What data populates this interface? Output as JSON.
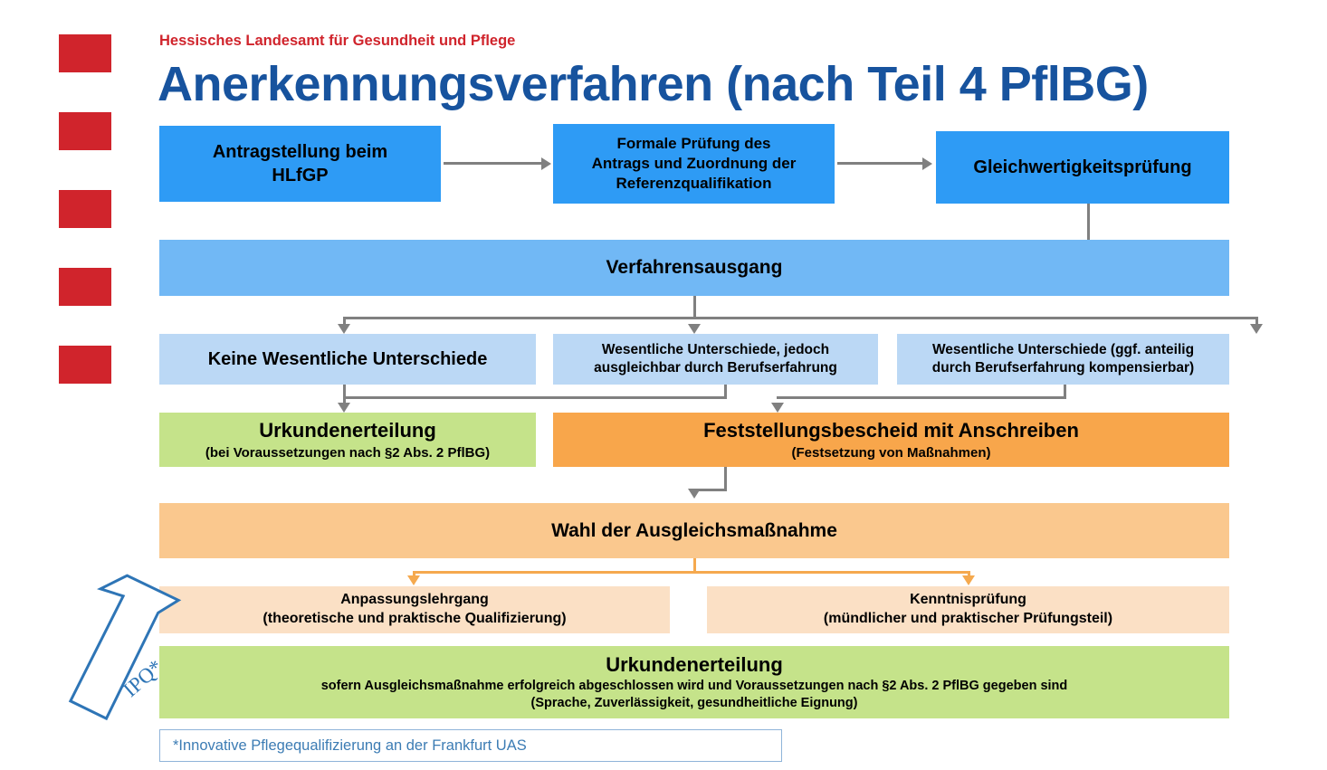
{
  "header": {
    "organisation": "Hessisches Landesamt für Gesundheit und Pflege",
    "title": "Anerkennungsverfahren (nach Teil 4 PflBG)",
    "brand_red": "#D0242C",
    "brand_blue": "#17539E"
  },
  "left_markers": {
    "name": "red-square-markers",
    "count": 5,
    "color": "#D0242C"
  },
  "flow": {
    "row1": [
      {
        "id": "antragstellung",
        "line1": "Antragstellung beim",
        "line2": "HLfGP",
        "line3": "",
        "color": "#2E9BF5"
      },
      {
        "id": "formale-pruefung",
        "line1": "Formale Prüfung des",
        "line2": "Antrags und Zuordnung der",
        "line3": "Referenzqualifikation",
        "color": "#2E9BF5"
      },
      {
        "id": "gleichwertigkeitspruefung",
        "line1": "Gleichwertigkeitsprüfung",
        "line2": "",
        "line3": "",
        "color": "#2E9BF5"
      }
    ],
    "verfahrensausgang": {
      "id": "verfahrensausgang",
      "line1": "Verfahrensausgang",
      "color": "#71B8F5"
    },
    "row3": [
      {
        "id": "keine-wesentliche-unterschiede",
        "line1": "Keine Wesentliche Unterschiede",
        "line2": "",
        "color": "#BBD8F5"
      },
      {
        "id": "wesentliche-unterschiede-ausgleichbar",
        "line1": "Wesentliche Unterschiede, jedoch",
        "line2": "ausgleichbar durch Berufserfahrung",
        "color": "#BBD8F5"
      },
      {
        "id": "wesentliche-unterschiede-kompensierbar",
        "line1": "Wesentliche Unterschiede (ggf. anteilig",
        "line2": "durch Berufserfahrung kompensierbar)",
        "color": "#BBD8F5"
      }
    ],
    "row4": [
      {
        "id": "urkundenerteilung-1",
        "line1": "Urkundenerteilung",
        "line2": "(bei Voraussetzungen nach §2 Abs. 2 PflBG)",
        "color": "#C5E38A"
      },
      {
        "id": "feststellungsbescheid",
        "line1": "Feststellungsbescheid mit Anschreiben",
        "line2": "(Festsetzung von Maßnahmen)",
        "color": "#F8A64B"
      }
    ],
    "wahl": {
      "id": "wahl-der-ausgleichsmassnahme",
      "line1": "Wahl der Ausgleichsmaßnahme",
      "color": "#FAC88E"
    },
    "row6": [
      {
        "id": "anpassungslehrgang",
        "line1": "Anpassungslehrgang",
        "line2": "(theoretische und praktische Qualifizierung)",
        "color": "#FBE0C5"
      },
      {
        "id": "kenntnispruefung",
        "line1": "Kenntnisprüfung",
        "line2": "(mündlicher und praktischer Prüfungsteil)",
        "color": "#FBE0C5"
      }
    ],
    "final": {
      "id": "urkundenerteilung-2",
      "line1": "Urkundenerteilung",
      "line2": "sofern Ausgleichsmaßnahme erfolgreich abgeschlossen wird und Voraussetzungen nach §2 Abs. 2 PflBG gegeben sind",
      "line3": "(Sprache, Zuverlässigkeit, gesundheitliche Eignung)",
      "color": "#C5E38A"
    }
  },
  "ipq": {
    "label": "IPQ*",
    "outline_color": "#2E75B6"
  },
  "footnote": {
    "text": "*Innovative Pflegequalifizierung an der Frankfurt UAS",
    "color": "#3C7CB4"
  }
}
